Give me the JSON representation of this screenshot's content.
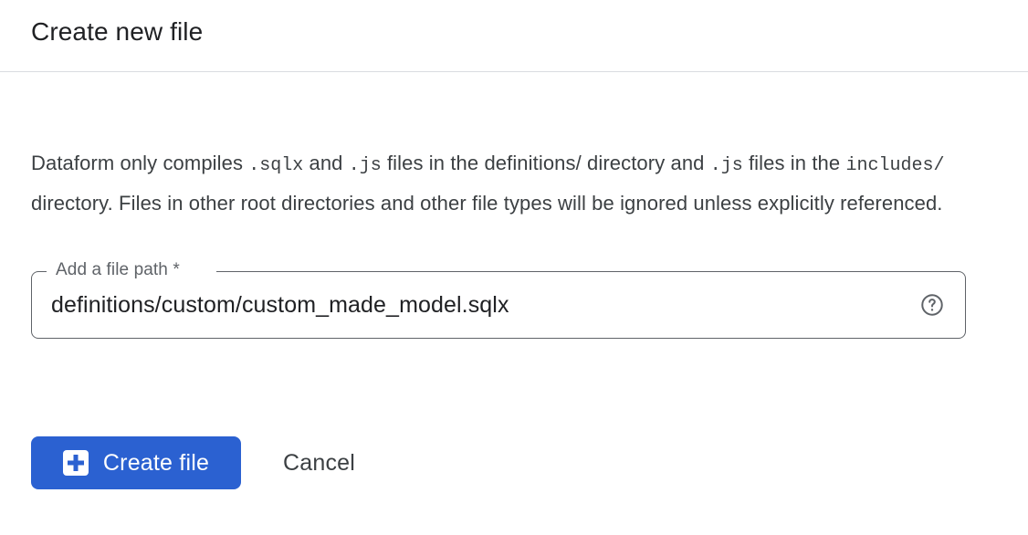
{
  "dialog": {
    "title": "Create new file",
    "description": {
      "segment_1": "Dataform only compiles ",
      "code_1": ".sqlx",
      "segment_2": " and ",
      "code_2": ".js",
      "segment_3": " files in the ",
      "path_1": "definitions/",
      "segment_4": " directory and ",
      "code_3": ".js",
      "segment_5": " files in the ",
      "code_4": "includes/",
      "segment_6": " directory. Files in other root directories and other file types will be ignored unless explicitly referenced.",
      "full_text": "Dataform only compiles .sqlx and .js files in the definitions/ directory and .js files in the includes/ directory. Files in other root directories and other file types will be ignored unless explicitly referenced."
    },
    "field": {
      "label": "Add a file path *",
      "value": "definitions/custom/custom_made_model.sqlx",
      "placeholder": "",
      "help_icon": "help-circle-icon"
    },
    "actions": {
      "primary_label": "Create file",
      "primary_icon": "add-box-icon",
      "secondary_label": "Cancel"
    }
  },
  "colors": {
    "primary_button": "#2b61d1",
    "title_text": "#202124",
    "body_text": "#3c4043",
    "label_text": "#5f6368",
    "field_border": "#5f6368",
    "divider": "#dadce0",
    "background": "#ffffff"
  }
}
